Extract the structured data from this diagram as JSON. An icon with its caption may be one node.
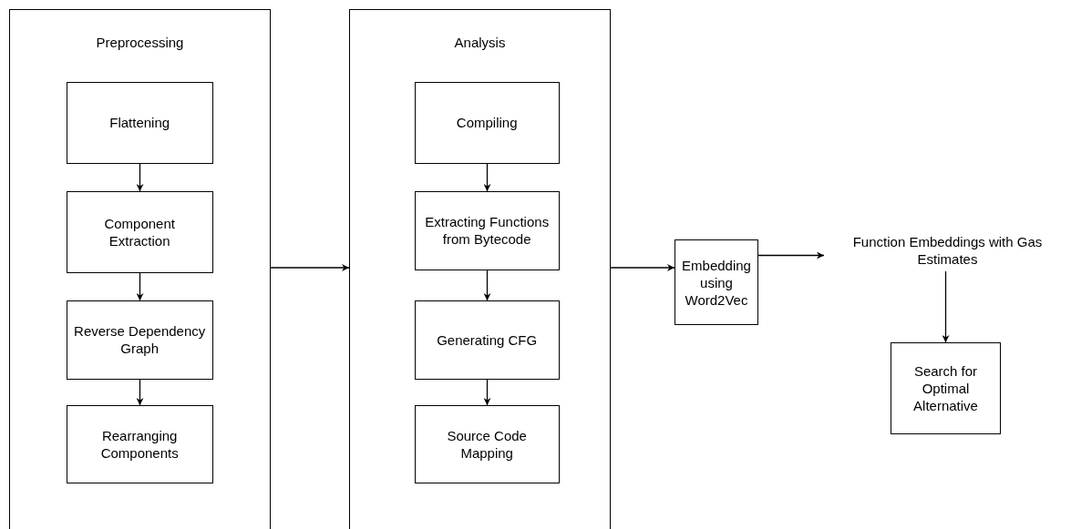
{
  "diagram": {
    "nodes": [
      {
        "text": [
          "Preprocessing"
        ]
      },
      {
        "text": [
          "Flattening"
        ],
        "in": 0
      },
      {
        "text": [
          "Component Extraction"
        ],
        "in": 0
      },
      {
        "text": [
          "Reverse Dependency Graph"
        ],
        "in": 0
      },
      {
        "text": [
          "Rearranging Components"
        ],
        "in": 0
      },
      {
        "text": [
          "Analysis"
        ]
      },
      {
        "text": [
          "Compiling"
        ],
        "in": 5
      },
      {
        "text": [
          "Extracting Functions from Bytecode"
        ],
        "in": 5
      },
      {
        "text": [
          "Generating CFG"
        ],
        "in": 5
      },
      {
        "text": [
          "Source Code Mapping"
        ],
        "in": 5
      },
      {
        "text": [
          "Embedding using Word2Vec"
        ]
      },
      {
        "text": [
          "Function Embeddings with Gas Estimates"
        ]
      },
      {
        "text": [
          "Search for Optimal Alternative"
        ]
      }
    ],
    "edges": [
      {
        "from": 1,
        "to": 2,
        "arrow": "to"
      },
      {
        "from": 2,
        "to": 3,
        "arrow": "to"
      },
      {
        "from": 3,
        "to": 4,
        "arrow": "to"
      },
      {
        "from": 0,
        "to": 5,
        "arrow": "to"
      },
      {
        "from": 6,
        "to": 7,
        "arrow": "to"
      },
      {
        "from": 7,
        "to": 8,
        "arrow": "to"
      },
      {
        "from": 8,
        "to": 9,
        "arrow": "to"
      },
      {
        "from": 5,
        "to": 10,
        "arrow": "to"
      },
      {
        "from": 10,
        "to": 11,
        "arrow": "to"
      },
      {
        "from": 11,
        "to": 12,
        "arrow": "to"
      }
    ]
  }
}
